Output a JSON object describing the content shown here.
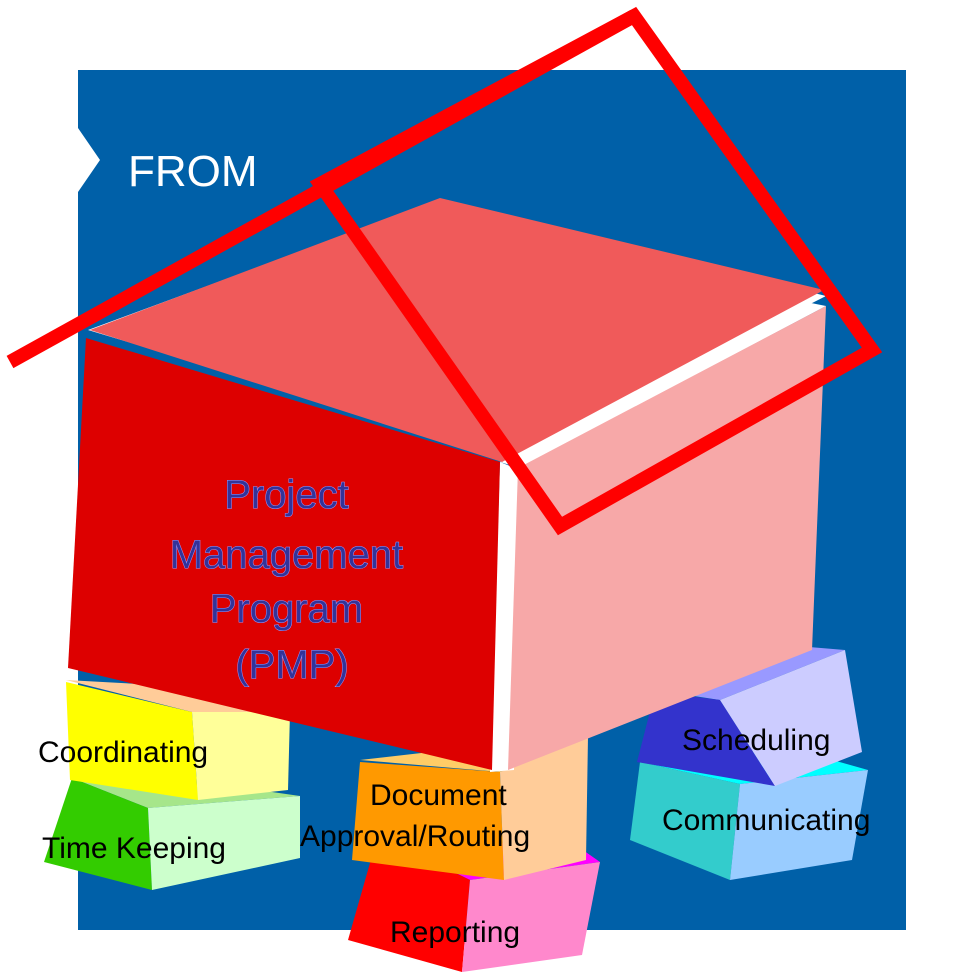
{
  "header": {
    "label": "FROM"
  },
  "main_box": {
    "lines": [
      "Project",
      "Management",
      "Program",
      "(PMP)"
    ]
  },
  "blocks": {
    "coordinating": "Coordinating",
    "time_keeping": "Time Keeping",
    "document": "Document",
    "approval_routing": "Approval/Routing",
    "reporting": "Reporting",
    "scheduling": "Scheduling",
    "communicating": "Communicating"
  },
  "colors": {
    "panel_blue": "#0060a8",
    "roof_red": "#ff0000",
    "box_front": "#dd0000",
    "box_top": "#f05a5a",
    "box_side": "#f7a8a8"
  }
}
